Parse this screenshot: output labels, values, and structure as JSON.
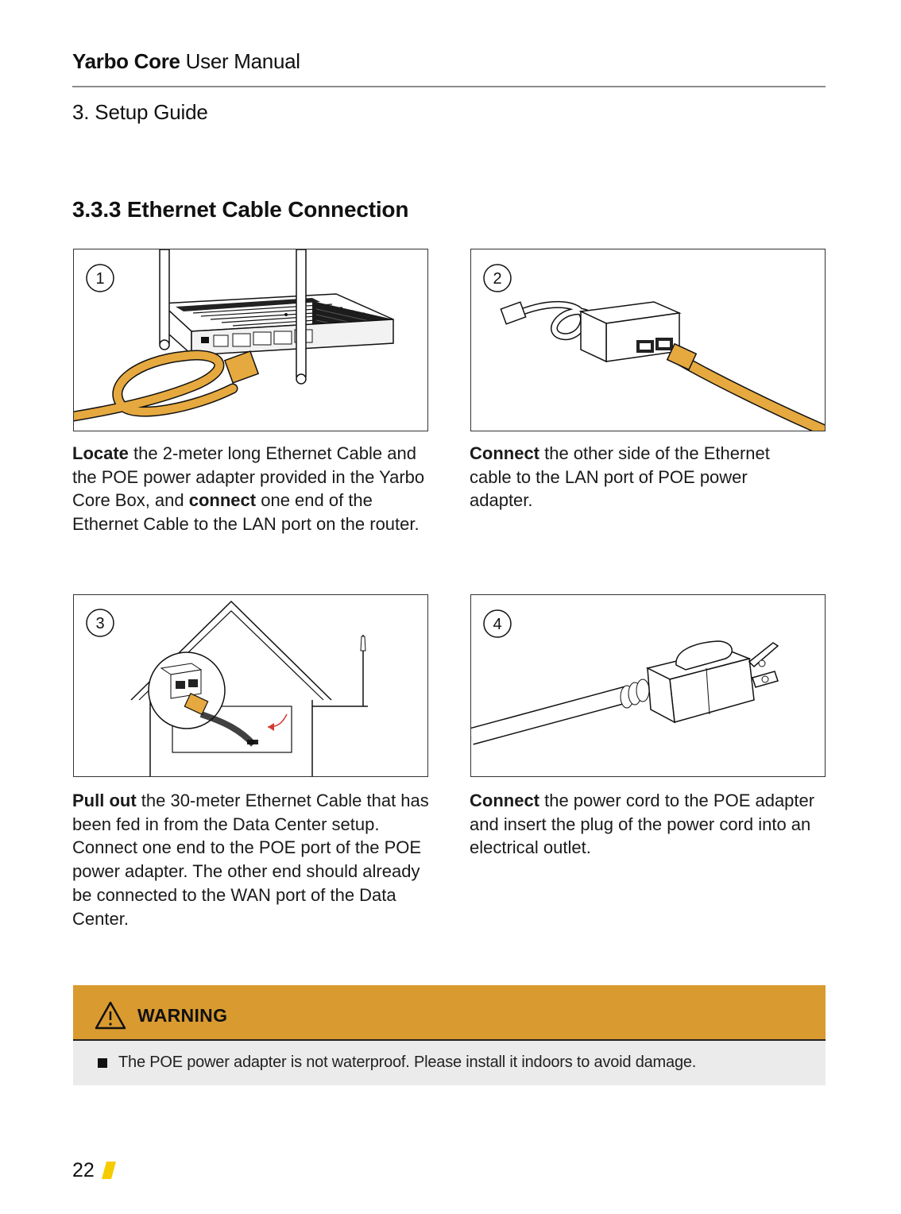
{
  "header": {
    "brand": "Yarbo Core",
    "doc": "User Manual"
  },
  "section": "3. Setup Guide",
  "heading": "3.3.3 Ethernet Cable Connection",
  "steps": [
    {
      "number": "1",
      "bold1": "Locate",
      "text1": " the 2-meter long Ethernet Cable and the POE power adapter provided in the Yarbo Core Box, and ",
      "bold2": "connect",
      "text2": " one end of the Ethernet Cable to the LAN port on the router."
    },
    {
      "number": "2",
      "bold1": "Connect",
      "text1": " the other side of the Ethernet cable to the LAN port of POE power adapter."
    },
    {
      "number": "3",
      "bold1": "Pull out",
      "text1": " the 30-meter Ethernet Cable that has been fed in from the Data Center setup. Connect one end to the POE port of the POE power adapter. The other end should already be connected to the WAN port of the Data Center."
    },
    {
      "number": "4",
      "bold1": "Connect",
      "text1": " the power cord to the POE adapter and insert the plug of the power cord into an electrical outlet."
    }
  ],
  "warning": {
    "label": "WARNING",
    "icon": "warning-triangle-icon",
    "text": "The POE power adapter is not waterproof. Please install it indoors to avoid damage."
  },
  "page_number": "22",
  "colors": {
    "accent": "#d99a30",
    "cable": "#e6a93f",
    "page_mark": "#f5cc00"
  }
}
